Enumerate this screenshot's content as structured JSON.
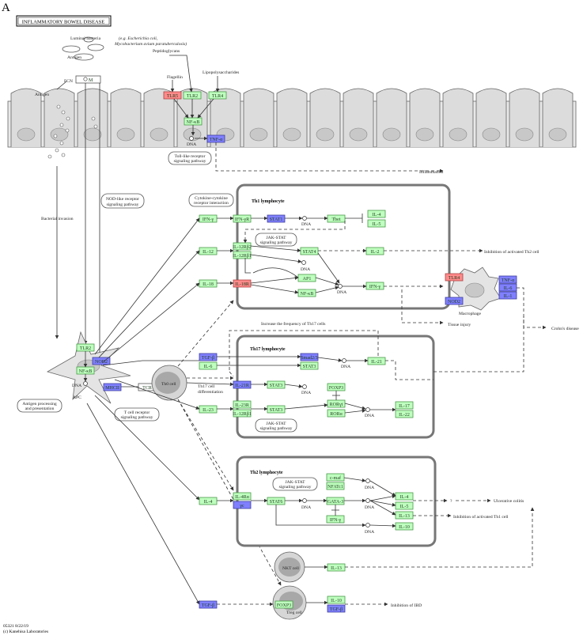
{
  "panel_letter": "A",
  "title": "INFLAMMATORY BOWEL DISEASE",
  "footer": [
    "05321 8/22/19",
    "(c) Kanehisa Laboratories"
  ],
  "labels": {
    "luminal_bacteria": "Luminal bacteria",
    "luminal_species_1": "(e.g. Escherichia coli,",
    "luminal_species_2": "Mycobacterium avium paratuberculosis)",
    "antigen_top": "Antigen",
    "antigen_left": "Antigen",
    "fcn": "FCN",
    "peptidoglycans": "Peptidoglycans",
    "flagellin": "Flagellin",
    "lipopolysaccharides": "Lipopolysaccharides",
    "dna_epi": "DNA",
    "tlr_pathway_1": "Toll-like receptor",
    "tlr_pathway_2": "signaling pathway",
    "inflammation": "Inflammation",
    "bacterial_invasion": "Bacterial invasion",
    "nod_pathway_1": "NOD-like receptor",
    "nod_pathway_2": "signaling pathway",
    "cytokine_1": "Cytokine-cytokine",
    "cytokine_2": "receptor interaction",
    "jak_stat_1a": "JAK-STAT",
    "jak_stat_1b": "signaling pathway",
    "th1_box": "Th1 lymphocyte",
    "th17_box": "Th17 lymphocyte",
    "th2_box": "Th2 lymphocyte",
    "dna": "DNA",
    "inhib_th2": "Inhibition of activated Th2 cell",
    "macrophage": "Macrophage",
    "tissue_injury": "Tissue injury",
    "crohns": "Crohn's disease",
    "increase_th17": "Increase the frequency of Th17 cells",
    "apc": "APC",
    "th0": "Th0 cell",
    "th17_diff_1": "Th17 cell",
    "th17_diff_2": "differentiation",
    "tcr_pathway_1": "T cell receptor",
    "tcr_pathway_2": "signaling pathway",
    "antigen_proc_1": "Antigen processing",
    "antigen_proc_2": "and presentation",
    "jak_stat_2a": "JAK-STAT",
    "jak_stat_2b": "signaling pathway",
    "jak_stat_3a": "JAK-STAT",
    "jak_stat_3b": "signaling pathway",
    "ulcerative": "Ulcerative colitis",
    "inhib_th1": "Inhibition of activated Th1 cell",
    "question": "?",
    "nkt": "NKT cell",
    "treg": "Treg cell",
    "inhib_ibd": "Inhibition of IBD"
  },
  "genes": {
    "tlr5": "TLR5",
    "tlr2_top": "TLR2",
    "tlr4": "TLR4",
    "nfkb_top": "NF-κB",
    "tnfa_top": "TNF-α",
    "ifng": "IFN-γ",
    "ifngr": "IFN-γR",
    "stat1": "STAT1",
    "tbet": "Tbet",
    "il4_th1": "IL-4",
    "il5_th1": "IL-5",
    "il12": "IL-12",
    "il12rb2": "IL-12Rβ2",
    "il12rb1": "IL-12Rβ1",
    "stat4": "STAT4",
    "il2": "IL-2",
    "il18": "IL-18",
    "il18r": "IL-18R",
    "ap1": "AP1",
    "nfkb_th1": "NF-κB",
    "ifng_out": "IFN-γ",
    "tlr4_mac": "TLR4",
    "nod2_mac": "NOD2",
    "tnfa_mac": "TNF-α",
    "il6_mac": "IL-6",
    "il1_mac": "IL-1",
    "tlr2_apc": "TLR2",
    "nod2_apc": "NOD2",
    "nfkb_apc": "NF-κB",
    "mhcii": "MHCII",
    "tcr": "TCR",
    "tgfb": "TGF-β",
    "il6": "IL-6",
    "smad": "Smad2/3",
    "stat3_th17": "STAT3",
    "il21": "IL-21",
    "il21r": "IL-21R",
    "stat3_b": "STAT3",
    "foxp3_th17": "FOXP3",
    "ror_gt": "RORγt",
    "ror_a": "RORα",
    "il17": "IL-17",
    "il22": "IL-22",
    "il23": "IL-23",
    "il23r": "IL-23R",
    "il12rb1_b": "IL-12Rβ1",
    "stat3_c": "STAT3",
    "cmaf": "c-maf",
    "nfatc1": "NFATc1",
    "gata3": "GATA-3",
    "ifng_th2": "IFN-γ",
    "il4": "IL-4",
    "il4ra": "IL-4Rα",
    "gc": "γc",
    "stat6": "STAT6",
    "il4_out": "IL-4",
    "il5_out": "IL-5",
    "il13_out": "IL-13",
    "il10_out": "IL-10",
    "il13_nkt": "IL-13",
    "tgfb2": "TGF-β",
    "foxp3_treg": "FOXP3",
    "il10_treg": "IL-10",
    "tgfb_treg": "TGF-β"
  }
}
